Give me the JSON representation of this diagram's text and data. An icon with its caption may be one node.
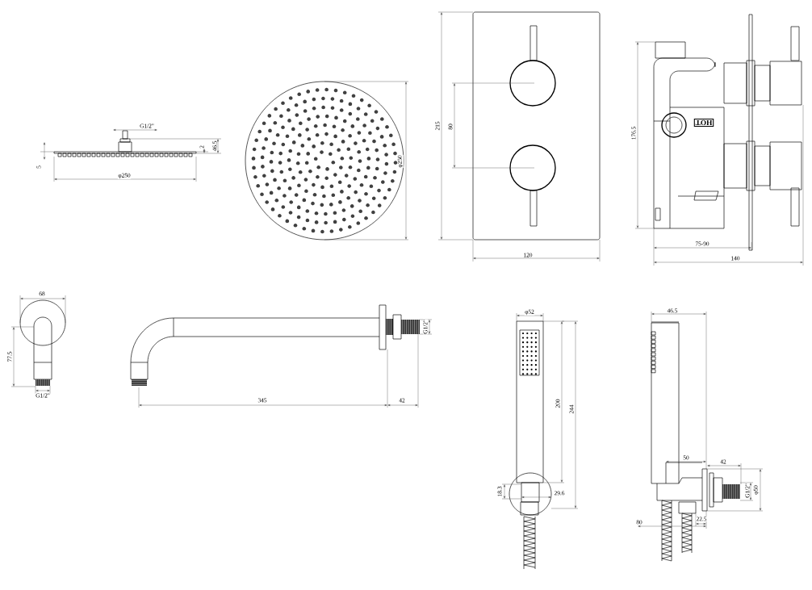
{
  "diagram": {
    "labels": [
      "G1/2\"",
      "2",
      "46.5",
      "5",
      "φ250",
      "φ250",
      "215",
      "80",
      "120",
      "HOT",
      "176.5",
      "75-90",
      "140",
      "68",
      "77.5",
      "G1/2\"",
      "345",
      "42",
      "G1/2\"",
      "φ52",
      "200",
      "244",
      "18.3",
      "29.6",
      "46.5",
      "50",
      "42",
      "G1/2\"",
      "φ50",
      "22.5",
      "80"
    ]
  }
}
